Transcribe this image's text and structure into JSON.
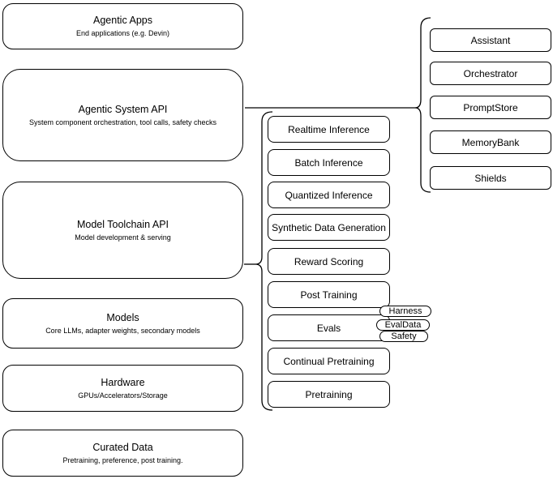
{
  "left_column": [
    {
      "title": "Agentic Apps",
      "subtitle": "End applications (e.g. Devin)"
    },
    {
      "title": "Agentic System API",
      "subtitle": "System component orchestration, tool calls, safety checks"
    },
    {
      "title": "Model Toolchain API",
      "subtitle": "Model development & serving"
    },
    {
      "title": "Models",
      "subtitle": "Core LLMs, adapter weights, secondary models"
    },
    {
      "title": "Hardware",
      "subtitle": "GPUs/Accelerators/Storage"
    },
    {
      "title": "Curated Data",
      "subtitle": "Pretraining, preference, post training."
    }
  ],
  "toolchain": [
    "Realtime Inference",
    "Batch Inference",
    "Quantized Inference",
    "Synthetic Data Generation",
    "Reward Scoring",
    "Post Training",
    "Evals",
    "Continual Pretraining",
    "Pretraining"
  ],
  "eval_tags": [
    "Harness",
    "EvalData",
    "Safety"
  ],
  "system_components": [
    "Assistant",
    "Orchestrator",
    "PromptStore",
    "MemoryBank",
    "Shields"
  ],
  "colors": {
    "stroke": "#000000",
    "background": "#ffffff"
  }
}
